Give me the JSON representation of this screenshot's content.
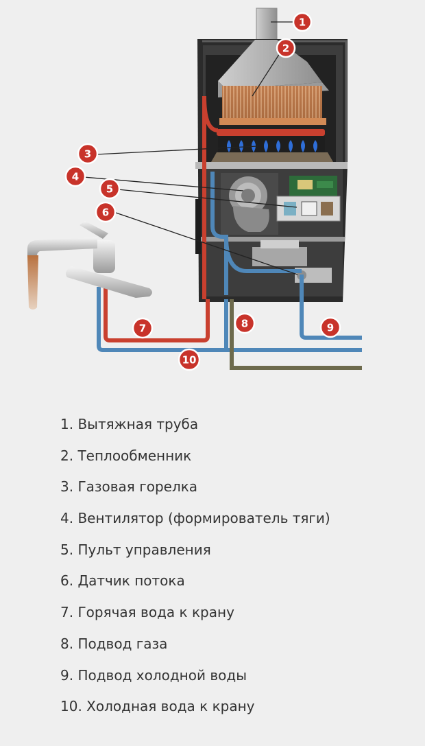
{
  "callouts": [
    "1",
    "2",
    "3",
    "4",
    "5",
    "6",
    "7",
    "8",
    "9",
    "10"
  ],
  "legend": [
    "1. Вытяжная труба",
    "2. Теплообменник",
    "3. Газовая горелка",
    "4. Вентилятор (формирователь тяги)",
    "5. Пульт управления",
    "6. Датчик потока",
    "7. Горячая вода к крану",
    "8. Подвод газа",
    "9. Подвод холодной воды",
    "10. Холодная вода к крану"
  ],
  "colors": {
    "background": "#efefef",
    "hot_water_pipe": "#c9402f",
    "cold_water_pipe": "#4f87b8",
    "gas_pipe": "#6d6a4c",
    "heater_body": "#2b2b2b",
    "callout": "#c8332a",
    "flame": "#2f6ed8"
  },
  "icons": [
    "faucet-icon",
    "water-stream-icon",
    "flame-icon"
  ]
}
